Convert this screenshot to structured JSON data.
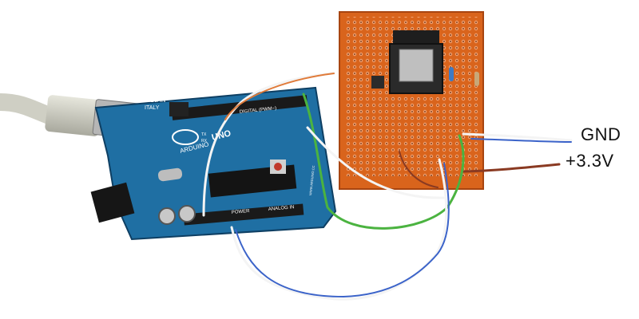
{
  "labels": {
    "gnd": "GND",
    "vcc": "+3.3V"
  },
  "board_text": {
    "made_in": "MADE IN",
    "italy": "ITALY",
    "digital": "DIGITAL (PWM~)",
    "arduino": "ARDUINO",
    "uno": "UNO",
    "power": "POWER",
    "analog_in": "ANALOG IN",
    "tx": "TX",
    "rx": "RX",
    "url": "WWW.ARDUINO.CC"
  },
  "colors": {
    "arduino_board": "#1f6fa3",
    "perfboard": "#d9641c",
    "wire_white": "#f4f4f4",
    "wire_green": "#4bb340",
    "wire_brown": "#8a3a22",
    "wire_blue": "#3b63c9",
    "wire_orange": "#e07b3a",
    "usb_cable": "#cfcfc4"
  }
}
